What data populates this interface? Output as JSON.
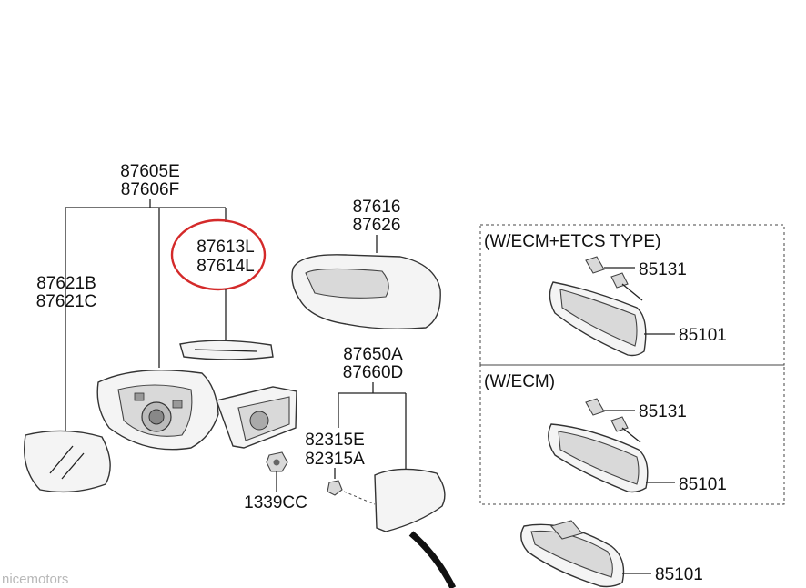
{
  "parts": {
    "mirror_assy": [
      "87605E",
      "87606F"
    ],
    "cover_scalp": [
      "87616",
      "87626"
    ],
    "lamp_assy": [
      "87613L",
      "87614L"
    ],
    "glass_holder": [
      "87621B",
      "87621C"
    ],
    "cover_inside": [
      "87650A",
      "87660D"
    ],
    "screw": [
      "82315E",
      "82315A"
    ],
    "nut": "1339CC"
  },
  "boxes": [
    {
      "title": "(W/ECM+ETCS TYPE)",
      "bracket": "85131",
      "mirror": "85101"
    },
    {
      "title": "(W/ECM)",
      "bracket": "85131",
      "mirror": "85101"
    }
  ],
  "inside_mirror": "85101",
  "watermark": "nicemotors",
  "colors": {
    "highlight_circle": "#d42a2a",
    "lines": "#222222"
  }
}
